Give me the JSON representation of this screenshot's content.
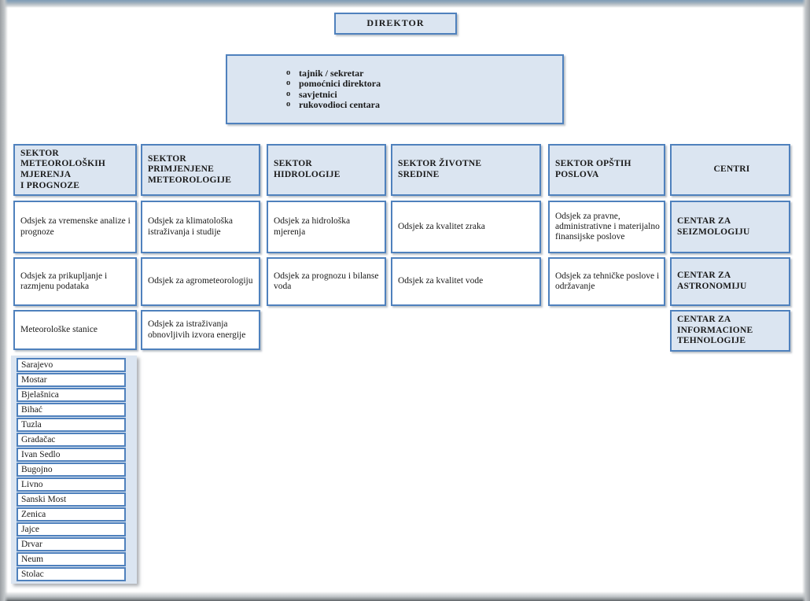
{
  "colors": {
    "box_border_blue": "#4f81bd",
    "box_fill_light_blue": "#dbe5f1",
    "text_dark": "#1a1a1a"
  },
  "director": {
    "label": "DIREKTOR"
  },
  "staff_box": {
    "items": [
      "tajnik / sekretar",
      "pomoćnici direktora",
      "savjetnici",
      "rukovodioci centara"
    ]
  },
  "columns": [
    {
      "header": "SEKTOR\nMETEOROLOŠKIH\nMJERENJA\nI PROGNOZE",
      "highlight_cells": false,
      "center_header": false,
      "cells": [
        "Odsjek za vremenske analize i prognoze",
        "Odsjek za prikupljanje i razmjenu podataka",
        "Meteorološke stanice"
      ]
    },
    {
      "header": "SEKTOR\nPRIMJENJENE\nMETEOROLOGIJE",
      "highlight_cells": false,
      "center_header": false,
      "cells": [
        "Odsjek za klimatološka istraživanja i studije",
        "Odsjek za agrometeorologiju",
        "Odsjek za istraživanja obnovljivih izvora energije"
      ]
    },
    {
      "header": "SEKTOR\nHIDROLOGIJE",
      "highlight_cells": false,
      "center_header": false,
      "cells": [
        "Odsjek za hidrološka mjerenja",
        "Odsjek za prognozu i bilanse voda",
        null
      ]
    },
    {
      "header": "SEKTOR ŽIVOTNE\nSREDINE",
      "highlight_cells": false,
      "center_header": false,
      "cells": [
        "Odsjek za kvalitet zraka",
        "Odsjek za kvalitet vode",
        null
      ]
    },
    {
      "header": "SEKTOR OPŠTIH\nPOSLOVA",
      "highlight_cells": false,
      "center_header": false,
      "cells": [
        "Odsjek za pravne, administrativne i materijalno finansijske poslove",
        "Odsjek za tehničke poslove i održavanje",
        null
      ]
    },
    {
      "header": "CENTRI",
      "highlight_cells": true,
      "center_header": true,
      "cells": [
        "CENTAR ZA\nSEIZMOLOGIJU",
        "CENTAR ZA\nASTRONOMIJU",
        "CENTAR ZA\nINFORMACIONE\nTEHNOLOGIJE"
      ]
    }
  ],
  "stations": [
    "Sarajevo",
    "Mostar",
    "Bjelašnica",
    "Bihać",
    "Tuzla",
    "Gradačac",
    "Ivan Sedlo",
    "Bugojno",
    "Livno",
    "Sanski Most",
    "Zenica",
    "Jajce",
    "Drvar",
    "Neum",
    "Stolac"
  ]
}
